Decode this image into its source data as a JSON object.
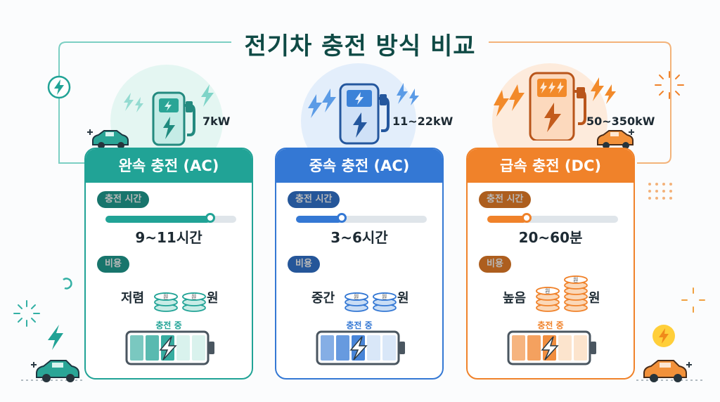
{
  "title": "전기차 충전 방식 비교",
  "labels": {
    "time": "충전 시간",
    "cost": "비용",
    "charging": "충전 중",
    "coin": "원",
    "won": "원"
  },
  "cards": [
    {
      "name": "완속 충전 (AC)",
      "power": "7kW",
      "time": "9~11시간",
      "cost": "저렴",
      "progress": 0.8,
      "color": "#21a396",
      "light": "#c9ece6"
    },
    {
      "name": "중속 충전 (AC)",
      "power": "11~22kW",
      "time": "3~6시간",
      "cost": "중간",
      "progress": 0.35,
      "color": "#3478d4",
      "light": "#c9ddf5"
    },
    {
      "name": "급속 충전 (DC)",
      "power": "50~350kW",
      "time": "20~60분",
      "cost": "높음",
      "progress": 0.3,
      "color": "#f0822a",
      "light": "#fbd8b8"
    }
  ]
}
